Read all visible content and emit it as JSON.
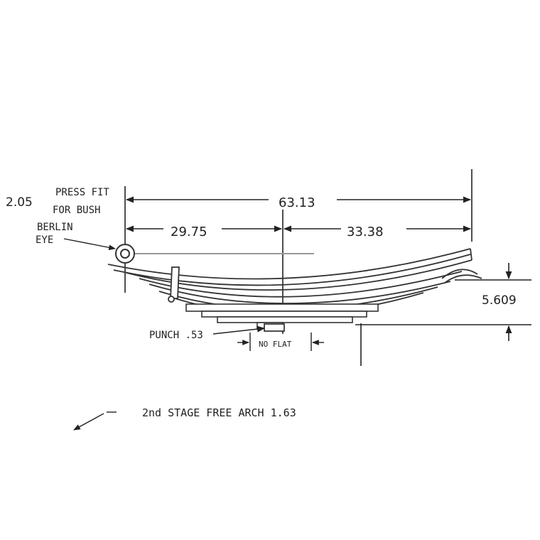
{
  "dimensions": {
    "eye_offset": "2.05",
    "overall_length": "63.13",
    "front_length": "29.75",
    "rear_length": "33.38",
    "arch_height": "5.609"
  },
  "annotations": {
    "press_fit_line1": "PRESS FIT",
    "press_fit_line2": "FOR BUSH",
    "eye_line1": "BERLIN",
    "eye_line2": "EYE",
    "punch": "PUNCH .53",
    "no_flat": "NO FLAT",
    "second_stage": "2nd STAGE FREE ARCH 1.63"
  },
  "colors": {
    "ink": "#222222",
    "guide": "#888888"
  }
}
